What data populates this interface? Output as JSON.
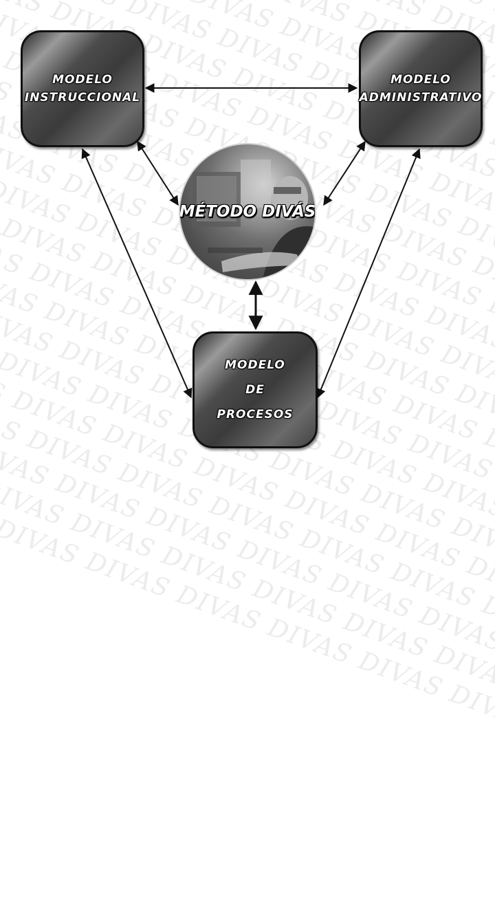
{
  "watermark": {
    "word": "DIVAS"
  },
  "nodes": {
    "instruccional": {
      "lines": [
        "MODELO",
        "INSTRUCCIONAL"
      ]
    },
    "administrativo": {
      "lines": [
        "MODELO",
        "ADMINISTRATIVO"
      ]
    },
    "procesos": {
      "lines": [
        "MODELO",
        "DE",
        "PROCESOS"
      ]
    },
    "center": {
      "label": "MÉTODO DIVÁS"
    }
  },
  "edges": [
    {
      "from": "instruccional",
      "to": "administrativo",
      "bidirectional": true
    },
    {
      "from": "instruccional",
      "to": "center",
      "bidirectional": true
    },
    {
      "from": "administrativo",
      "to": "center",
      "bidirectional": true
    },
    {
      "from": "procesos",
      "to": "center",
      "bidirectional": true
    },
    {
      "from": "instruccional",
      "to": "procesos",
      "bidirectional": true
    },
    {
      "from": "administrativo",
      "to": "procesos",
      "bidirectional": true
    }
  ],
  "colors": {
    "box_border": "#111111",
    "arrow": "#111111",
    "label": "#ffffff",
    "watermark": "#ececec"
  }
}
